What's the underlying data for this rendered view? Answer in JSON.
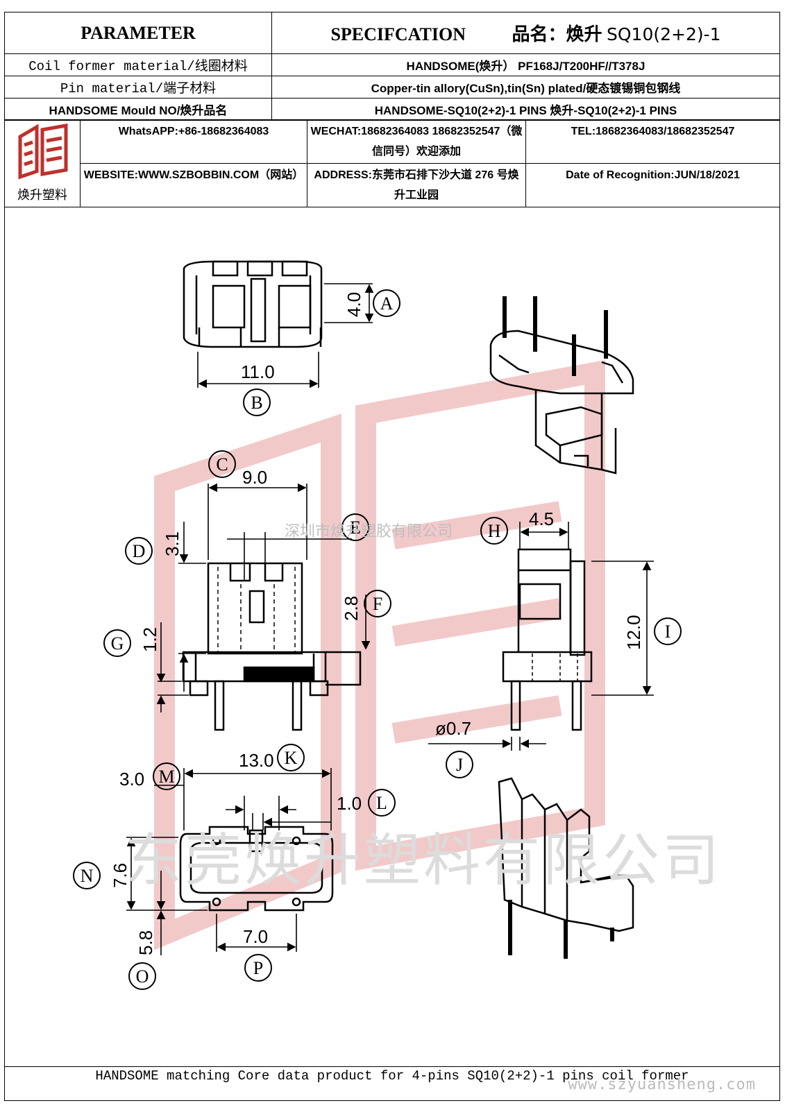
{
  "header": {
    "parameter": "PARAMETER",
    "specification": "SPECIFCATION",
    "product_label": "品名：焕升",
    "product_value": "SQ10(2+2)-1"
  },
  "rows": [
    {
      "param": "Coil former material/线圈材料",
      "spec": "HANDSOME(焕升） PF168J/T200HF//T378J"
    },
    {
      "param": "Pin material/端子材料",
      "spec": "Copper-tin allory(CuSn),tin(Sn) plated/硬态镀锡铜包钢线"
    },
    {
      "param": "HANDSOME Mould NO/焕升品名",
      "spec": "HANDSOME-SQ10(2+2)-1 PINS   焕升-SQ10(2+2)-1 PINS"
    }
  ],
  "contact": {
    "logo_text": "焕升塑料",
    "whatsapp": "WhatsAPP:+86-18682364083",
    "wechat": "WECHAT:18682364083 18682352547（微信同号）欢迎添加",
    "tel": "TEL:18682364083/18682352547",
    "website": "WEBSITE:WWW.SZBOBBIN.COM（网站）",
    "address": "ADDRESS:东莞市石排下沙大道 276 号焕升工业园",
    "date": "Date of Recognition:JUN/18/2021"
  },
  "dimensions": {
    "A": "4.0",
    "B": "11.0",
    "C": "9.0",
    "D": "3.1",
    "F": "2.8",
    "G": "1.2",
    "H": "4.5",
    "I": "12.0",
    "J": "ø0.7",
    "K": "13.0",
    "L": "1.0",
    "M": "3.0",
    "N": "7.6",
    "O": "5.8",
    "P": "7.0"
  },
  "labels": {
    "A": "A",
    "B": "B",
    "C": "C",
    "D": "D",
    "E": "E",
    "F": "F",
    "G": "G",
    "H": "H",
    "I": "I",
    "J": "J",
    "K": "K",
    "L": "L",
    "M": "M",
    "N": "N",
    "O": "O",
    "P": "P"
  },
  "watermarks": {
    "center": "深圳市焕升塑胶有限公司",
    "large": "东莞焕升塑料有限公司"
  },
  "footer": {
    "text": "HANDSOME matching Core data  product for 4-pins SQ10(2+2)-1 pins coil former",
    "website": "www.szyuansheng.com"
  }
}
